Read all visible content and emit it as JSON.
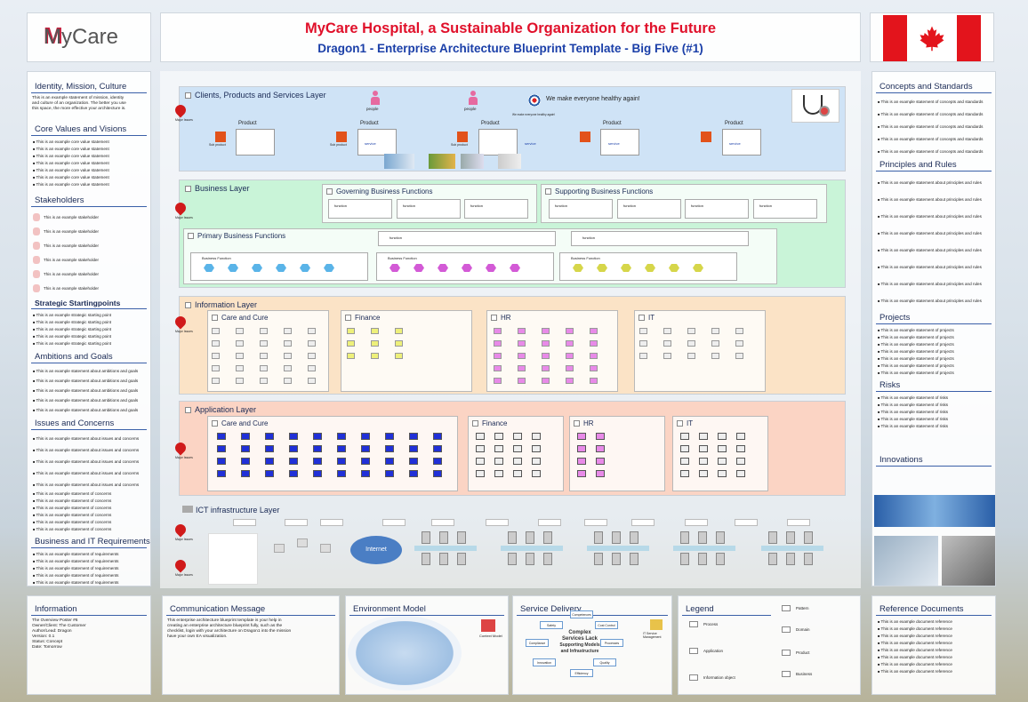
{
  "header": {
    "title": "MyCare Hospital, a Sustainable Organization for the Future",
    "subtitle": "Dragon1 - Enterprise Architecture Blueprint Template - Big Five (#1)",
    "logo_text": "MyCare",
    "flag": "canada-flag-icon"
  },
  "colors": {
    "title_red": "#e0102a",
    "subtitle_blue": "#1a3fa8",
    "clients_layer": "#cfe3f6",
    "business_layer": "#c9f4d8",
    "information_layer": "#fbe3c6",
    "application_layer": "#fbd4c4"
  },
  "left": {
    "identity": {
      "title": "Identity, Mission, Culture",
      "text": [
        "This is an example statement of mission, identity",
        "and culture of an organization. The better you use",
        "this space, the more effective your architecture is."
      ]
    },
    "core_values": {
      "title": "Core Values and Visions",
      "items": [
        "This is an example core value statement",
        "This is an example core value statement",
        "This is an example core value statement",
        "This is an example core value statement",
        "This is an example core value statement",
        "This is an example core value statement",
        "This is an example core value statement"
      ]
    },
    "stakeholders": {
      "title": "Stakeholders",
      "items": [
        "This is an example stakeholder",
        "This is an example stakeholder",
        "This is an example stakeholder",
        "This is an example stakeholder",
        "This is an example stakeholder",
        "This is an example stakeholder"
      ]
    },
    "strategic": {
      "title": "Strategic Startingpoints",
      "items": [
        "This is an example strategic starting point",
        "This is an example strategic starting point",
        "This is an example strategic starting point",
        "This is an example strategic starting point",
        "This is an example strategic starting point"
      ]
    },
    "ambitions": {
      "title": "Ambitions and Goals",
      "items": [
        "This is an example statement about ambitions and goals",
        "This is an example statement about ambitions and goals",
        "This is an example statement about ambitions and goals",
        "This is an example statement about ambitions and goals",
        "This is an example statement about ambitions and goals"
      ]
    },
    "issues": {
      "title": "Issues and Concerns",
      "items": [
        "This is an example statement about issues and concerns",
        "This is an example statement about issues and concerns",
        "This is an example statement about issues and concerns",
        "This is an example statement about issues and concerns",
        "This is an example statement about issues and concerns",
        "This is an example statement of concerns",
        "This is an example statement of concerns",
        "This is an example statement of concerns",
        "This is an example statement of concerns",
        "This is an example statement of concerns",
        "This is an example statement of concerns"
      ]
    },
    "requirements": {
      "title": "Business and IT Requirements",
      "items": [
        "This is an example statement of requirements",
        "This is an example statement of requirements",
        "This is an example statement of requirements",
        "This is an example statement of requirements",
        "This is an example statement of requirements"
      ]
    }
  },
  "right": {
    "concepts": {
      "title": "Concepts and Standards",
      "items": [
        "This is an example statement of concepts and standards",
        "This is an example statement of concepts and standards",
        "This is an example statement of concepts and standards",
        "This is an example statement of concepts and standards",
        "This is an example statement of concepts and standards"
      ]
    },
    "principles": {
      "title": "Principles and Rules",
      "items": [
        "This is an example statement about principles and rules",
        "This is an example statement about principles and rules",
        "This is an example statement about principles and rules",
        "This is an example statement about principles and rules",
        "This is an example statement about principles and rules",
        "This is an example statement about principles and rules",
        "This is an example statement about principles and rules",
        "This is an example statement about principles and rules"
      ]
    },
    "projects": {
      "title": "Projects",
      "items": [
        "This is an example statement of projects",
        "This is an example statement of projects",
        "This is an example statement of projects",
        "This is an example statement of projects",
        "This is an example statement of projects",
        "This is an example statement of projects",
        "This is an example statement of projects"
      ]
    },
    "risks": {
      "title": "Risks",
      "items": [
        "This is an example statement of risks",
        "This is an example statement of risks",
        "This is an example statement of risks",
        "This is an example statement of risks",
        "This is an example statement of risks"
      ]
    },
    "innovations": {
      "title": "Innovations"
    }
  },
  "layers": {
    "clients": {
      "title": "Clients, Products and Services Layer",
      "slogan": "We make everyone healthy again!",
      "slogan_small": "We make everyone healthy again!",
      "people": [
        "people",
        "people"
      ],
      "product": "Product",
      "subproduct": "Sub product",
      "service": "service"
    },
    "business": {
      "title": "Business Layer",
      "governing": "Governing Business Functions",
      "supporting": "Supporting Business Functions",
      "primary": "Primary Business Functions",
      "function": "function",
      "business_function": "Business Function"
    },
    "information": {
      "title": "Information Layer",
      "groups": [
        "Care and Cure",
        "Finance",
        "HR",
        "IT"
      ]
    },
    "application": {
      "title": "Application Layer",
      "groups": [
        "Care and Cure",
        "Finance",
        "HR",
        "IT"
      ]
    },
    "ict": {
      "title": "ICT infrastructure Layer",
      "cloud": "Internet"
    },
    "pin_label": "Major Issues"
  },
  "bottom": {
    "information": {
      "title": "Information",
      "text": [
        "The Overview Poster #6",
        "Owner/Client: The Customer",
        "Author/Lead: Dragon",
        "Version: 0.1",
        "Status: Concept",
        "Date: Tomorrow"
      ]
    },
    "communication": {
      "title": "Communication Message",
      "text": [
        "This enterprise architecture blueprint template is your help in",
        "creating an enterprise architecture blueprint fully, such as the",
        "checklist, login with your architecture on Dragon1 into the mission",
        "have your own EA visualization."
      ]
    },
    "environment": {
      "title": "Environment Model",
      "label": "Context Model"
    },
    "service_delivery": {
      "title": "Service Delivery",
      "center": [
        "Complex",
        "Services Lack",
        "Supporting Models",
        "and Infrastructure"
      ],
      "nodes": [
        "Competences",
        "Cost Control",
        "Processes",
        "Quality",
        "Efficiency",
        "Innovation",
        "Compliance",
        "Safety"
      ],
      "side_label": "IT Service Management"
    },
    "legend": {
      "title": "Legend",
      "items": [
        "Process",
        "Application",
        "Information object",
        "Pattern",
        "Domain",
        "Product",
        "Business"
      ]
    },
    "references": {
      "title": "Reference Documents",
      "items": [
        "This is an example document reference",
        "This is an example document reference",
        "This is an example document reference",
        "This is an example document reference",
        "This is an example document reference",
        "This is an example document reference",
        "This is an example document reference",
        "This is an example document reference"
      ]
    }
  }
}
